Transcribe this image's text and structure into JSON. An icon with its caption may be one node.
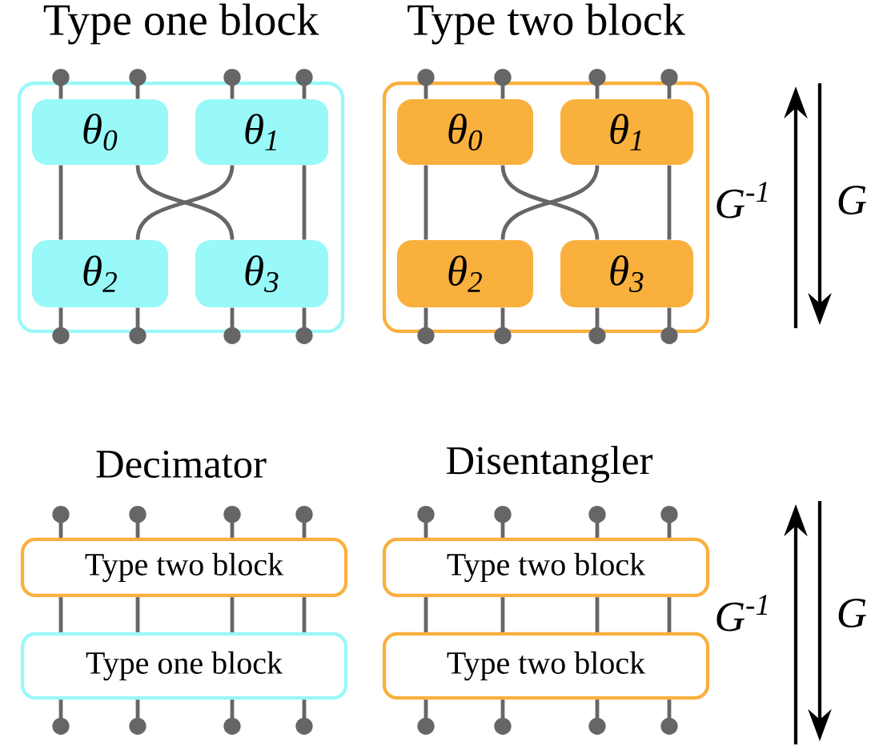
{
  "diagram": {
    "nodes": [
      {
        "text": [
          "Type one block"
        ]
      },
      {
        "text": [
          "θ$_{0}$"
        ],
        "in": 0
      },
      {
        "text": [
          "θ$_{1}$"
        ],
        "in": 0
      },
      {
        "text": [
          "θ$_{2}$"
        ],
        "in": 0
      },
      {
        "text": [
          "θ$_{3}$"
        ],
        "in": 0
      },
      {
        "text": [
          "Type two block"
        ]
      },
      {
        "text": [
          "θ$_{0}$"
        ],
        "in": 5
      },
      {
        "text": [
          "θ$_{1}$"
        ],
        "in": 5
      },
      {
        "text": [
          "θ$_{2}$"
        ],
        "in": 5
      },
      {
        "text": [
          "θ$_{3}$"
        ],
        "in": 5
      },
      {
        "text": [
          "Type two block"
        ]
      },
      {
        "text": [
          "Type one block"
        ]
      },
      {
        "text": [
          "Type two block"
        ]
      },
      {
        "text": [
          "Type two block"
        ]
      }
    ],
    "edges": [
      {
        "from": 1,
        "to": 3,
        "arrow": "none"
      },
      {
        "from": 2,
        "to": 4,
        "arrow": "none"
      },
      {
        "from": 1,
        "to": 4,
        "arrow": "none"
      },
      {
        "from": 2,
        "to": 3,
        "arrow": "none"
      },
      {
        "from": null,
        "to": 1,
        "arrow": "other"
      },
      {
        "from": null,
        "to": 1,
        "arrow": "other"
      },
      {
        "from": null,
        "to": 2,
        "arrow": "other"
      },
      {
        "from": null,
        "to": 2,
        "arrow": "other"
      },
      {
        "from": null,
        "to": 3,
        "arrow": "other"
      },
      {
        "from": null,
        "to": 3,
        "arrow": "other"
      },
      {
        "from": null,
        "to": 4,
        "arrow": "other"
      },
      {
        "from": null,
        "to": 4,
        "arrow": "other"
      },
      {
        "from": 6,
        "to": 8,
        "arrow": "none"
      },
      {
        "from": 7,
        "to": 9,
        "arrow": "none"
      },
      {
        "from": 6,
        "to": 9,
        "arrow": "none"
      },
      {
        "from": 7,
        "to": 8,
        "arrow": "none"
      },
      {
        "from": null,
        "to": 6,
        "arrow": "other"
      },
      {
        "from": null,
        "to": 6,
        "arrow": "other"
      },
      {
        "from": null,
        "to": 7,
        "arrow": "other"
      },
      {
        "from": null,
        "to": 7,
        "arrow": "other"
      },
      {
        "from": null,
        "to": 8,
        "arrow": "other"
      },
      {
        "from": null,
        "to": 8,
        "arrow": "other"
      },
      {
        "from": null,
        "to": 9,
        "arrow": "other"
      },
      {
        "from": null,
        "to": 9,
        "arrow": "other"
      },
      {
        "from": null,
        "to": 10,
        "arrow": "other"
      },
      {
        "from": null,
        "to": 10,
        "arrow": "other"
      },
      {
        "from": null,
        "to": 10,
        "arrow": "other"
      },
      {
        "from": null,
        "to": 10,
        "arrow": "other"
      },
      {
        "from": 10,
        "to": 11,
        "arrow": "none"
      },
      {
        "from": 10,
        "to": 11,
        "arrow": "none"
      },
      {
        "from": 10,
        "to": 11,
        "arrow": "none"
      },
      {
        "from": 10,
        "to": 11,
        "arrow": "none"
      },
      {
        "from": null,
        "to": 11,
        "arrow": "other"
      },
      {
        "from": null,
        "to": 11,
        "arrow": "other"
      },
      {
        "from": null,
        "to": 11,
        "arrow": "other"
      },
      {
        "from": null,
        "to": 11,
        "arrow": "other"
      },
      {
        "from": null,
        "to": 12,
        "arrow": "other"
      },
      {
        "from": null,
        "to": 12,
        "arrow": "other"
      },
      {
        "from": null,
        "to": 12,
        "arrow": "other"
      },
      {
        "from": null,
        "to": 12,
        "arrow": "other"
      },
      {
        "from": 12,
        "to": 13,
        "arrow": "none"
      },
      {
        "from": 12,
        "to": 13,
        "arrow": "none"
      },
      {
        "from": 12,
        "to": 13,
        "arrow": "none"
      },
      {
        "from": 12,
        "to": 13,
        "arrow": "none"
      },
      {
        "from": null,
        "to": 13,
        "arrow": "other"
      },
      {
        "from": null,
        "to": 13,
        "arrow": "other"
      },
      {
        "from": null,
        "to": 13,
        "arrow": "other"
      },
      {
        "from": null,
        "to": 13,
        "arrow": "other"
      }
    ],
    "labels": [
      "G$^{-1}$",
      "G",
      "Decimator",
      "Disentangler",
      "G$^{-1}$",
      "G"
    ]
  }
}
